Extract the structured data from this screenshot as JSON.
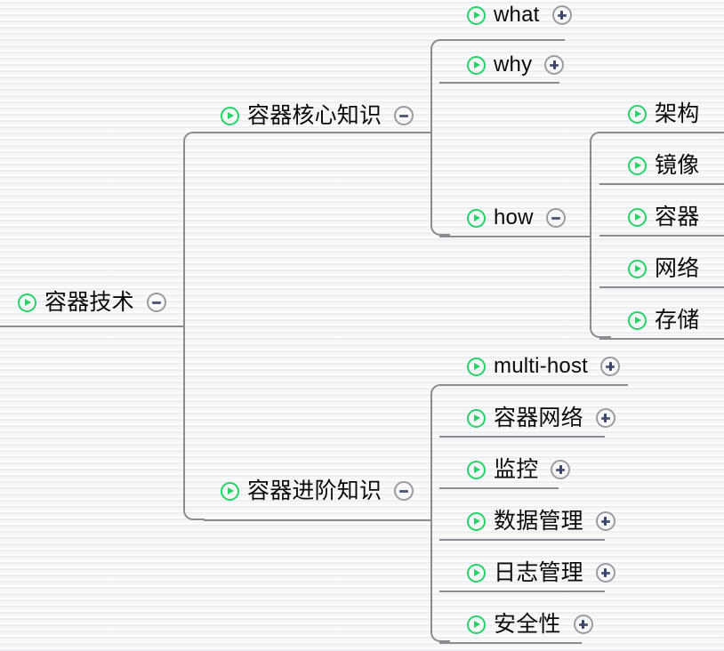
{
  "app": {
    "type": "mind-map",
    "background_color": "#f2f3f5",
    "accent_color": "#25d366",
    "connector_color": "#8a8c90",
    "toggle_color": "#39456b"
  },
  "icons": {
    "bullet": "play-circle-icon",
    "expand": "plus-circle-icon",
    "collapse": "minus-circle-icon"
  },
  "map": {
    "root": {
      "label": "容器技术",
      "toggle": "collapse"
    },
    "branches": [
      {
        "label": "容器核心知识",
        "toggle": "collapse",
        "children": [
          {
            "label": "what",
            "toggle": "expand"
          },
          {
            "label": "why",
            "toggle": "expand"
          },
          {
            "label": "how",
            "toggle": "collapse",
            "children": [
              {
                "label": "架构",
                "toggle": "none"
              },
              {
                "label": "镜像",
                "toggle": "none"
              },
              {
                "label": "容器",
                "toggle": "none"
              },
              {
                "label": "网络",
                "toggle": "none"
              },
              {
                "label": "存储",
                "toggle": "none"
              }
            ]
          }
        ]
      },
      {
        "label": "容器进阶知识",
        "toggle": "collapse",
        "children": [
          {
            "label": "multi-host",
            "toggle": "expand"
          },
          {
            "label": "容器网络",
            "toggle": "expand"
          },
          {
            "label": "监控",
            "toggle": "expand"
          },
          {
            "label": "数据管理",
            "toggle": "expand"
          },
          {
            "label": "日志管理",
            "toggle": "expand"
          },
          {
            "label": "安全性",
            "toggle": "expand"
          }
        ]
      }
    ]
  }
}
